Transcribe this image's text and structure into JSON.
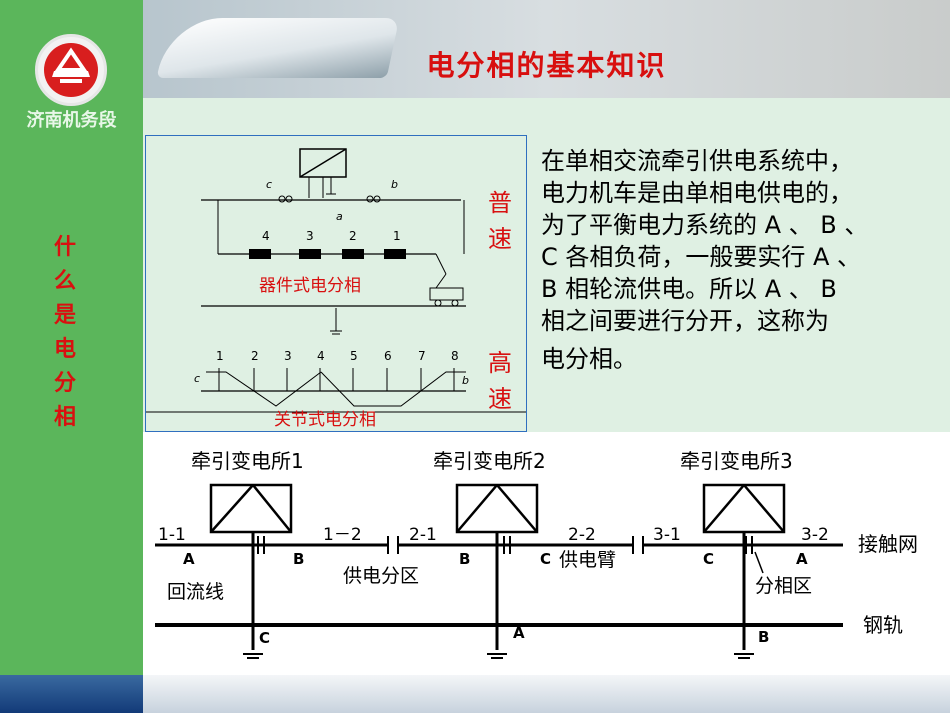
{
  "sidebar": {
    "organization": "济南机务段",
    "vertical_title": [
      "什",
      "么",
      "是",
      "电",
      "分",
      "相"
    ]
  },
  "header": {
    "title": "电分相的基本知识"
  },
  "diagram_top": {
    "label_device": "器件式电分相",
    "label_joint": "关节式电分相",
    "label_normal": "普速",
    "label_high": "高速",
    "top_numbers": [
      "4",
      "3",
      "2",
      "1"
    ],
    "bottom_numbers": [
      "1",
      "2",
      "3",
      "4",
      "5",
      "6",
      "7",
      "8"
    ],
    "label_c": "c",
    "label_b": "b",
    "label_a": "a"
  },
  "text_block": {
    "lines": [
      "在单相交流牵引供电系统中，",
      "电力机车是由单相电供电的，",
      "为了平衡电力系统的 A 、 B 、",
      "C 各相负荷，一般要实行 A 、",
      "B 相轮流供电。所以 A 、 B",
      "相之间要进行分开，这称为"
    ],
    "last_line": "电分相。"
  },
  "diagram_bottom": {
    "substations": [
      "牵引变电所1",
      "牵引变电所2",
      "牵引变电所3"
    ],
    "sections": [
      "1-1",
      "1－2",
      "2-1",
      "2-2",
      "3-1",
      "3-2"
    ],
    "phase_labels_wire": [
      "A",
      "B",
      "B",
      "C",
      "C",
      "A"
    ],
    "phase_labels_ground": [
      "C",
      "A",
      "B"
    ],
    "catenary": "接触网",
    "rail": "钢轨",
    "return_line": "回流线",
    "supply_zone": "供电分区",
    "supply_arm": "供电臂",
    "neutral_zone": "分相区"
  }
}
